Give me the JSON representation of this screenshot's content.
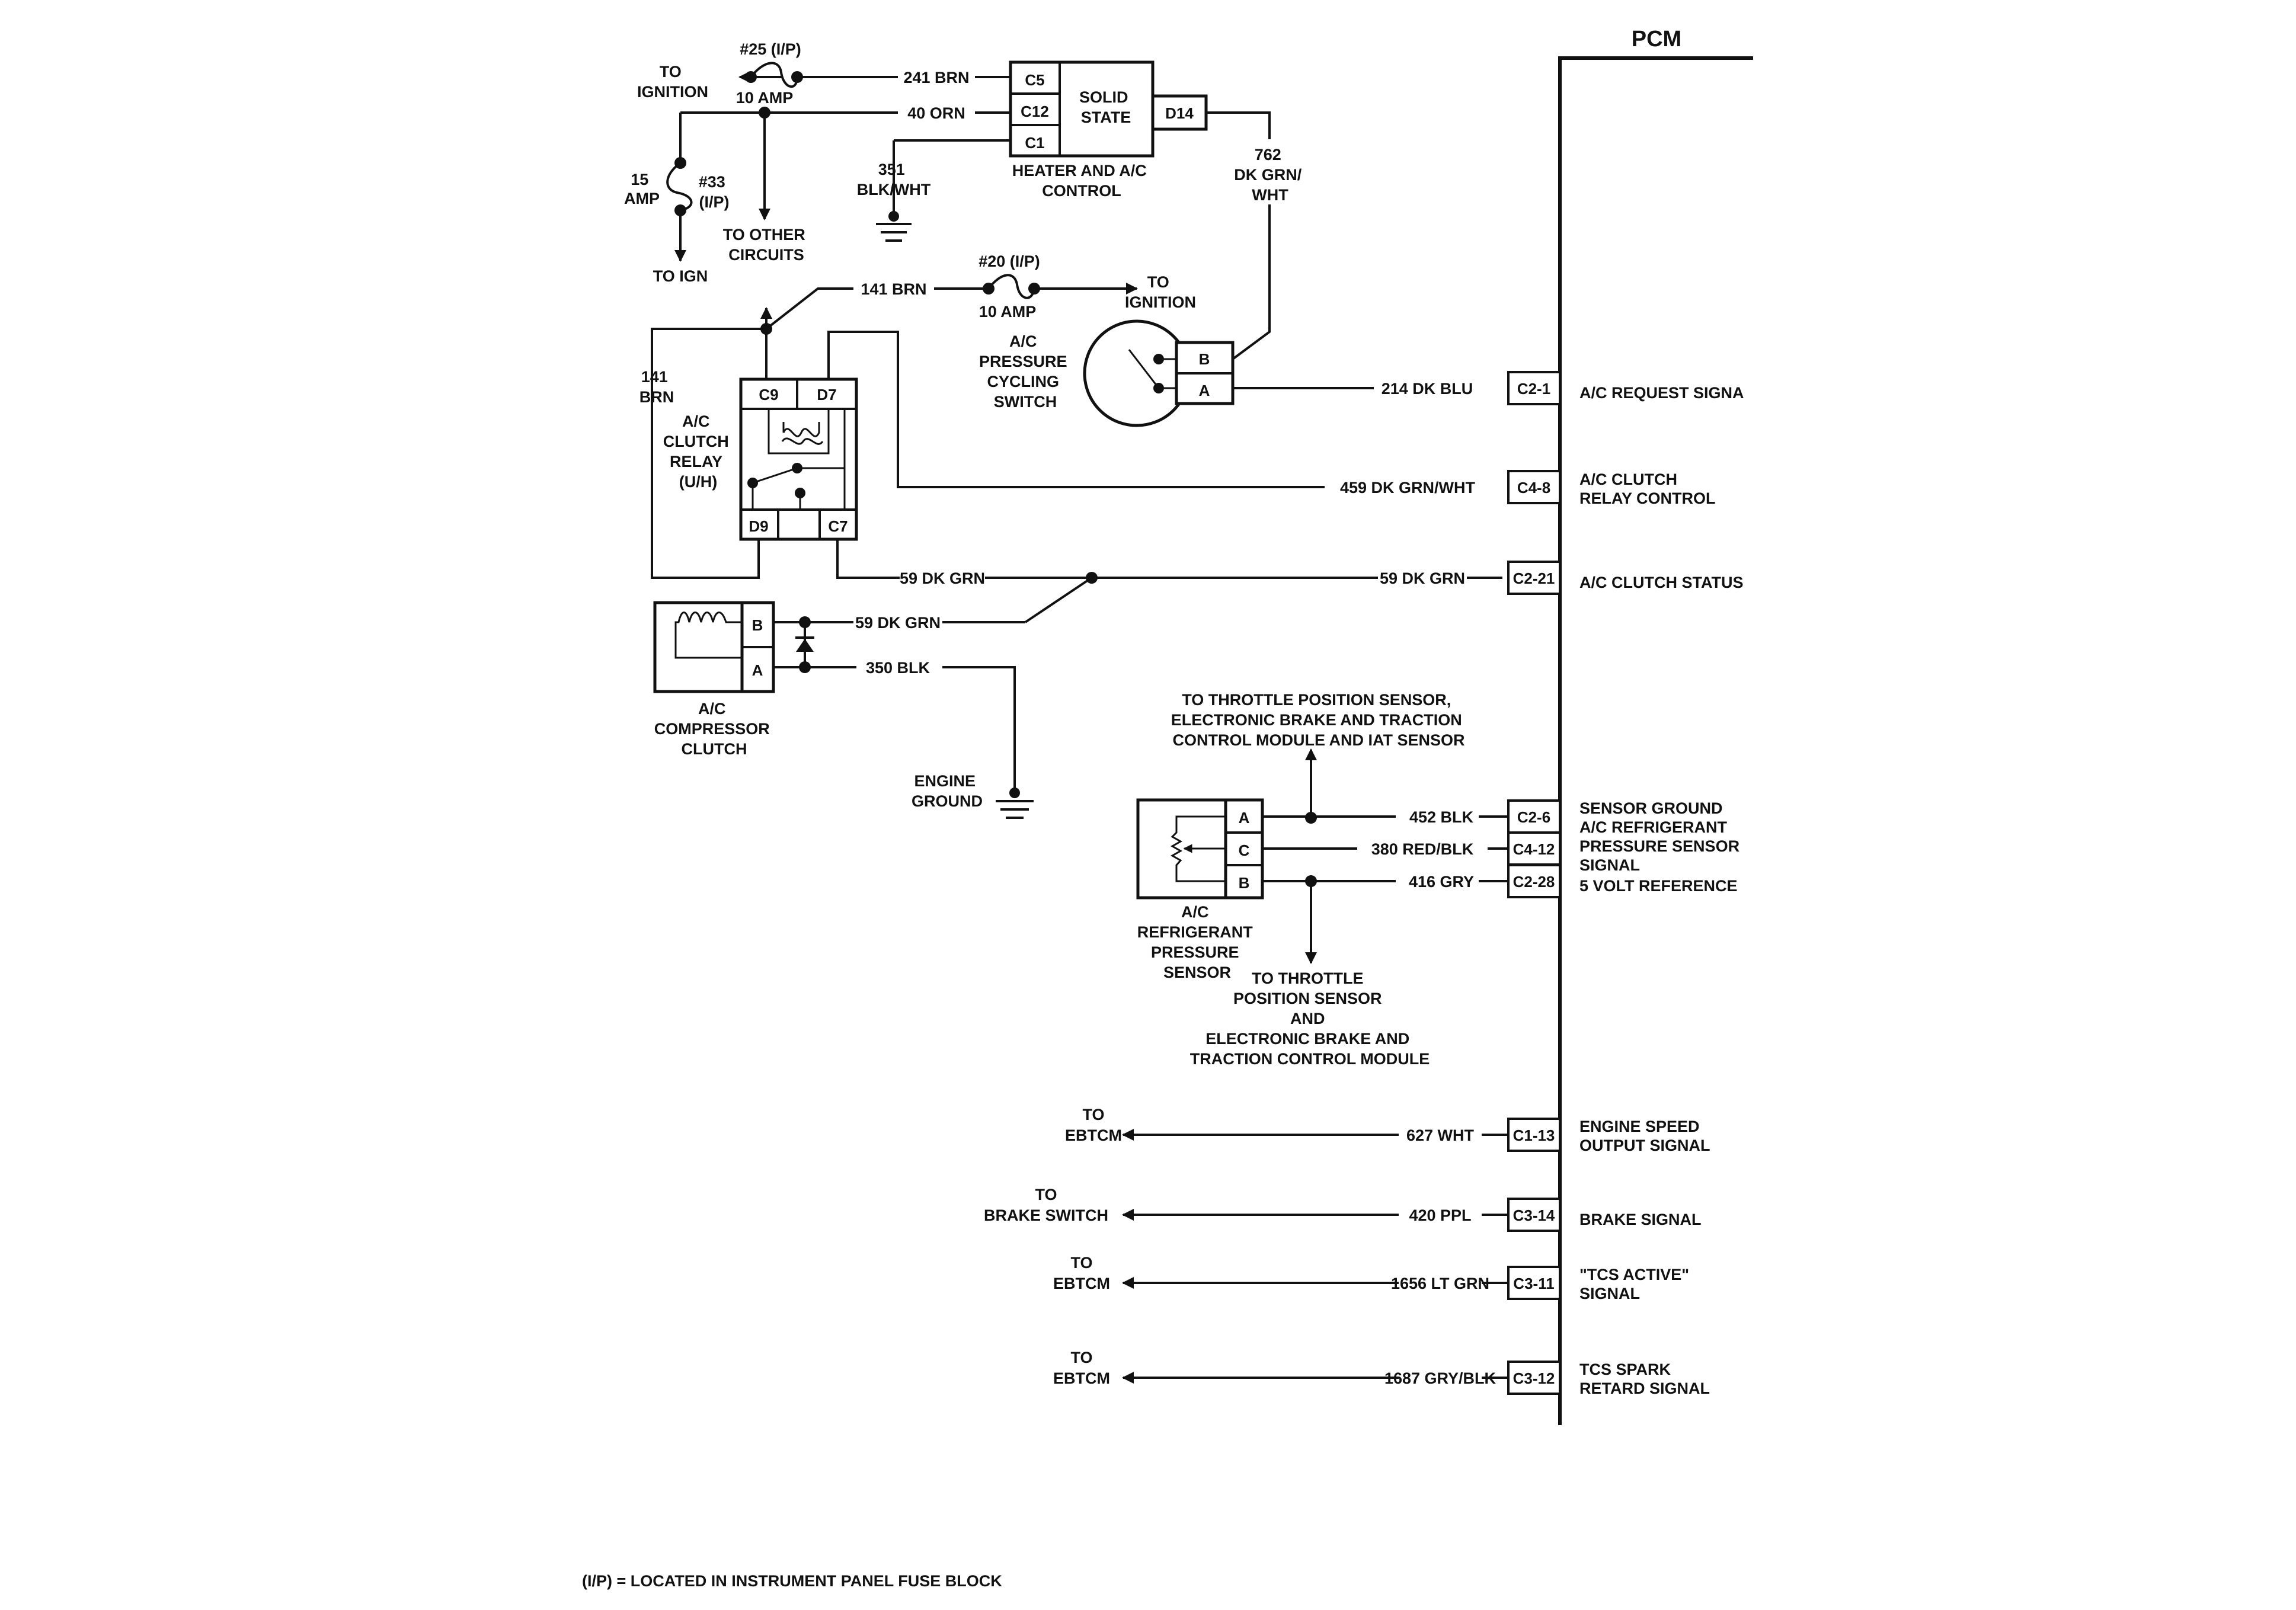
{
  "pcm": {
    "title": "PCM",
    "connectors": [
      {
        "pin": "C2-1",
        "wire": "214 DK BLU",
        "signal": [
          "A/C REQUEST SIGNA"
        ]
      },
      {
        "pin": "C4-8",
        "wire": "459 DK GRN/WHT",
        "signal": [
          "A/C CLUTCH",
          "RELAY CONTROL"
        ]
      },
      {
        "pin": "C2-21",
        "wire": "59 DK GRN",
        "signal": [
          "A/C CLUTCH STATUS"
        ]
      },
      {
        "pin": "C2-6",
        "wire": "452 BLK",
        "signal": [
          "SENSOR GROUND"
        ]
      },
      {
        "pin": "C4-12",
        "wire": "380 RED/BLK",
        "signal": [
          "A/C REFRIGERANT",
          "PRESSURE SENSOR",
          "SIGNAL"
        ]
      },
      {
        "pin": "C2-28",
        "wire": "416 GRY",
        "signal": [
          "5 VOLT REFERENCE"
        ]
      },
      {
        "pin": "C1-13",
        "wire": "627 WHT",
        "signal": [
          "ENGINE SPEED",
          "OUTPUT SIGNAL"
        ],
        "dest": [
          "TO",
          "EBTCM"
        ]
      },
      {
        "pin": "C3-14",
        "wire": "420 PPL",
        "signal": [
          "BRAKE SIGNAL"
        ],
        "dest": [
          "TO",
          "BRAKE SWITCH"
        ]
      },
      {
        "pin": "C3-11",
        "wire": "1656 LT GRN",
        "signal": [
          "\"TCS ACTIVE\"",
          "SIGNAL"
        ],
        "dest": [
          "TO",
          "EBTCM"
        ]
      },
      {
        "pin": "C3-12",
        "wire": "1687 GRY/BLK",
        "signal": [
          "TCS SPARK",
          "RETARD SIGNAL"
        ],
        "dest": [
          "TO",
          "EBTCM"
        ]
      }
    ]
  },
  "fuses": {
    "f25": {
      "name": "#25 (I/P)",
      "rating": "10 AMP"
    },
    "f33": {
      "name": [
        "#33",
        "(I/P)"
      ],
      "rating": [
        "15",
        "AMP"
      ]
    },
    "f20": {
      "name": "#20 (I/P)",
      "rating": "10 AMP"
    }
  },
  "labels": {
    "to_ignition_1": [
      "TO",
      "IGNITION"
    ],
    "to_ign": "TO IGN",
    "to_other_circuits": [
      "TO OTHER",
      "CIRCUITS"
    ],
    "to_ignition_2": [
      "TO",
      "IGNITION"
    ],
    "w_241": "241 BRN",
    "w_40": "40 ORN",
    "w_351": [
      "351",
      "BLK/WHT"
    ],
    "w_762": [
      "762",
      "DK GRN/",
      "WHT"
    ],
    "w_141a": "141 BRN",
    "w_141b": [
      "141",
      "BRN"
    ],
    "w_59a": "59 DK GRN",
    "w_59b": "59 DK GRN",
    "w_350": "350 BLK",
    "engine_ground": [
      "ENGINE",
      "GROUND"
    ],
    "to_tps_1": [
      "TO THROTTLE POSITION SENSOR,",
      "ELECTRONIC BRAKE AND TRACTION",
      "CONTROL MODULE AND IAT SENSOR"
    ],
    "to_tps_2": [
      "TO THROTTLE",
      "POSITION SENSOR",
      "AND",
      "ELECTRONIC BRAKE AND",
      "TRACTION CONTROL MODULE"
    ],
    "footnote": "(I/P) = LOCATED IN INSTRUMENT PANEL FUSE BLOCK"
  },
  "components": {
    "hvac": {
      "pins": [
        "C5",
        "C12",
        "C1",
        "D14"
      ],
      "body": [
        "SOLID",
        "STATE"
      ],
      "name": [
        "HEATER AND A/C",
        "CONTROL"
      ]
    },
    "cycling_switch": {
      "pins": [
        "B",
        "A"
      ],
      "name": [
        "A/C",
        "PRESSURE",
        "CYCLING",
        "SWITCH"
      ]
    },
    "relay": {
      "pins": [
        "C9",
        "D7",
        "D9",
        "C7"
      ],
      "name": [
        "A/C",
        "CLUTCH",
        "RELAY",
        "(U/H)"
      ]
    },
    "compressor": {
      "pins": [
        "B",
        "A"
      ],
      "name": [
        "A/C",
        "COMPRESSOR",
        "CLUTCH"
      ]
    },
    "pressure_sensor": {
      "pins": [
        "A",
        "C",
        "B"
      ],
      "name": [
        "A/C",
        "REFRIGERANT",
        "PRESSURE",
        "SENSOR"
      ]
    }
  }
}
